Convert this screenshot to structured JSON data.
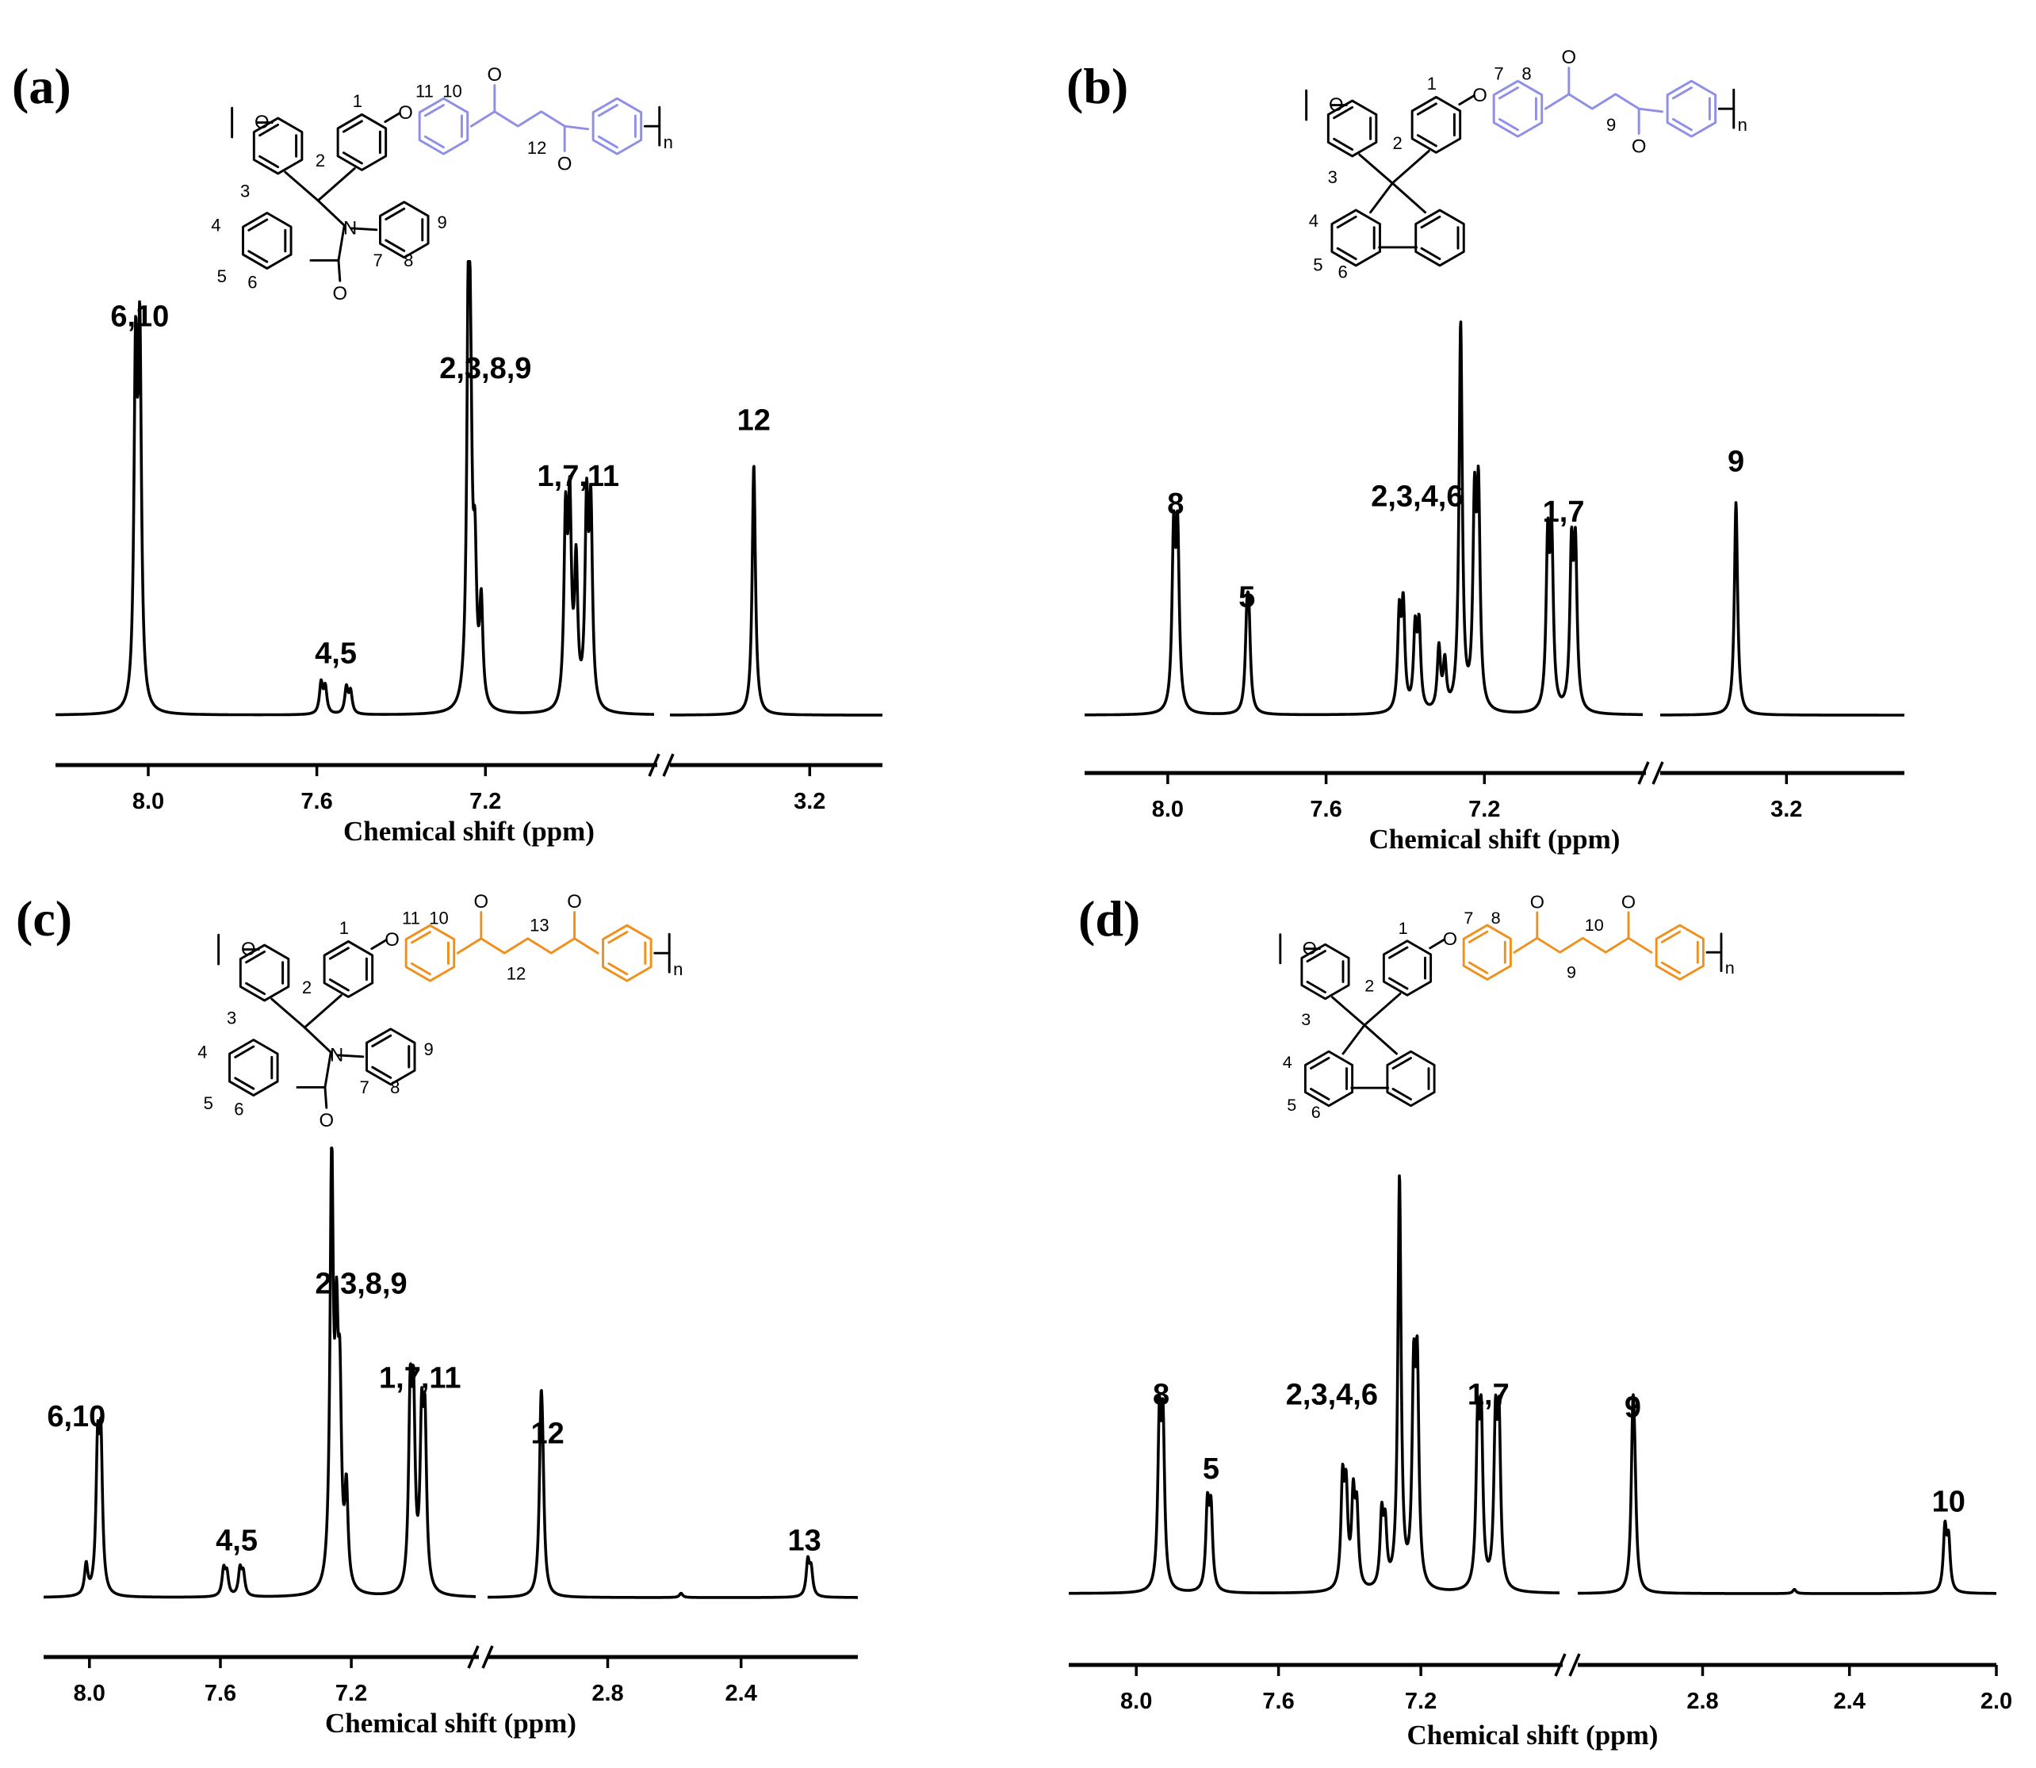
{
  "colors": {
    "line": "#000000",
    "ketone_a_b": "#8f8fe8",
    "ketone_c_d": "#f0901a"
  },
  "chart_data": [
    {
      "type": "line",
      "panel": "(a)",
      "xlabel": "Chemical shift (ppm)",
      "ylabel": "",
      "ticks": [
        "8.0",
        "7.6",
        "7.2",
        "3.2"
      ],
      "x_axis_break": true,
      "segments": [
        {
          "xlim": [
            8.22,
            6.8
          ],
          "peaks": [
            [
              8.03,
              0.78
            ],
            [
              8.02,
              0.82
            ],
            [
              7.59,
              0.07
            ],
            [
              7.58,
              0.06
            ],
            [
              7.53,
              0.06
            ],
            [
              7.52,
              0.05
            ],
            [
              7.24,
              1.0
            ],
            [
              7.235,
              0.4
            ],
            [
              7.225,
              0.3
            ],
            [
              7.21,
              0.23
            ],
            [
              7.01,
              0.42
            ],
            [
              7.0,
              0.44
            ],
            [
              6.985,
              0.32
            ],
            [
              6.96,
              0.45
            ],
            [
              6.95,
              0.44
            ]
          ]
        },
        {
          "xlim": [
            3.45,
            3.07
          ],
          "peaks": [
            [
              3.3,
              0.58
            ]
          ]
        }
      ],
      "labels": [
        {
          "text": "6,10",
          "x": 8.02,
          "y": 0.9
        },
        {
          "text": "4,5",
          "x": 7.555,
          "y": 0.12
        },
        {
          "text": "2,3,8,9",
          "x": 7.2,
          "y": 0.78
        },
        {
          "text": "1,7,11",
          "x": 6.98,
          "y": 0.53
        },
        {
          "text": "12",
          "x": 3.3,
          "y": 0.66
        }
      ],
      "structure": {
        "substituent": "phthalimidine",
        "ketone_link": "succinyl",
        "numbers": [
          "11",
          "10",
          "12",
          "1",
          "2",
          "3",
          "4",
          "5",
          "6",
          "7",
          "8",
          "9"
        ],
        "atoms": [
          "O",
          "O",
          "O",
          "O",
          "N",
          "O"
        ],
        "subscript": "n"
      }
    },
    {
      "type": "line",
      "panel": "(b)",
      "xlabel": "Chemical shift (ppm)",
      "ylabel": "",
      "ticks": [
        "8.0",
        "7.6",
        "7.2",
        "3.2"
      ],
      "x_axis_break": true,
      "segments": [
        {
          "xlim": [
            8.21,
            6.8
          ],
          "peaks": [
            [
              7.985,
              0.44
            ],
            [
              7.975,
              0.44
            ],
            [
              7.8,
              0.2
            ],
            [
              7.795,
              0.2
            ],
            [
              7.415,
              0.24
            ],
            [
              7.405,
              0.26
            ],
            [
              7.375,
              0.2
            ],
            [
              7.365,
              0.21
            ],
            [
              7.315,
              0.16
            ],
            [
              7.3,
              0.12
            ],
            [
              7.26,
              1.0
            ],
            [
              7.225,
              0.5
            ],
            [
              7.215,
              0.53
            ],
            [
              7.04,
              0.42
            ],
            [
              7.03,
              0.42
            ],
            [
              6.98,
              0.4
            ],
            [
              6.97,
              0.4
            ]
          ]
        },
        {
          "xlim": [
            3.5,
            2.92
          ],
          "peaks": [
            [
              3.32,
              0.55
            ]
          ]
        }
      ],
      "labels": [
        {
          "text": "8",
          "x": 7.98,
          "y": 0.52
        },
        {
          "text": "5",
          "x": 7.8,
          "y": 0.28
        },
        {
          "text": "2,3,4,6",
          "x": 7.37,
          "y": 0.54
        },
        {
          "text": "1,7",
          "x": 7.0,
          "y": 0.5
        },
        {
          "text": "9",
          "x": 3.32,
          "y": 0.63
        }
      ],
      "structure": {
        "substituent": "fluorene",
        "ketone_link": "succinyl",
        "numbers": [
          "7",
          "8",
          "9",
          "1",
          "2",
          "3",
          "4",
          "5",
          "6"
        ],
        "atoms": [
          "O",
          "O",
          "O",
          "O"
        ],
        "subscript": "n"
      }
    },
    {
      "type": "line",
      "panel": "(c)",
      "xlabel": "Chemical shift (ppm)",
      "ylabel": "",
      "ticks": [
        "8.0",
        "7.6",
        "7.2",
        "2.8",
        "2.4"
      ],
      "x_axis_break": true,
      "segments": [
        {
          "xlim": [
            8.14,
            6.82
          ],
          "peaks": [
            [
              8.01,
              0.07
            ],
            [
              7.975,
              0.32
            ],
            [
              7.965,
              0.33
            ],
            [
              7.59,
              0.06
            ],
            [
              7.58,
              0.05
            ],
            [
              7.54,
              0.06
            ],
            [
              7.53,
              0.05
            ],
            [
              7.26,
              1.0
            ],
            [
              7.245,
              0.5
            ],
            [
              7.235,
              0.4
            ],
            [
              7.215,
              0.22
            ],
            [
              7.02,
              0.42
            ],
            [
              7.01,
              0.4
            ],
            [
              6.985,
              0.36
            ],
            [
              6.975,
              0.36
            ]
          ]
        },
        {
          "xlim": [
            3.16,
            2.05
          ],
          "peaks": [
            [
              3.0,
              0.36
            ],
            [
              2.995,
              0.2
            ],
            [
              2.58,
              0.01
            ],
            [
              2.2,
              0.08
            ],
            [
              2.19,
              0.06
            ]
          ]
        }
      ],
      "labels": [
        {
          "text": "6,10",
          "x": 8.04,
          "y": 0.4
        },
        {
          "text": "4,5",
          "x": 7.55,
          "y": 0.11
        },
        {
          "text": "2,3,8,9",
          "x": 7.17,
          "y": 0.71
        },
        {
          "text": "1,7,11",
          "x": 6.99,
          "y": 0.49
        },
        {
          "text": "12",
          "x": 2.98,
          "y": 0.36
        },
        {
          "text": "13",
          "x": 2.21,
          "y": 0.11
        }
      ],
      "structure": {
        "substituent": "phthalimidine",
        "ketone_link": "glutaryl",
        "numbers": [
          "11",
          "10",
          "13",
          "12",
          "1",
          "2",
          "3",
          "4",
          "5",
          "6",
          "7",
          "8",
          "9"
        ],
        "atoms": [
          "O",
          "O",
          "O",
          "O",
          "N",
          "O"
        ],
        "subscript": "n"
      }
    },
    {
      "type": "line",
      "panel": "(d)",
      "xlabel": "Chemical shift (ppm)",
      "ylabel": "",
      "ticks": [
        "8.0",
        "7.6",
        "7.2",
        "2.8",
        "2.4",
        "2.0"
      ],
      "x_axis_break": true,
      "segments": [
        {
          "xlim": [
            8.19,
            6.81
          ],
          "peaks": [
            [
              7.935,
              0.39
            ],
            [
              7.925,
              0.38
            ],
            [
              7.8,
              0.2
            ],
            [
              7.79,
              0.19
            ],
            [
              7.42,
              0.25
            ],
            [
              7.41,
              0.22
            ],
            [
              7.39,
              0.21
            ],
            [
              7.38,
              0.18
            ],
            [
              7.31,
              0.17
            ],
            [
              7.3,
              0.14
            ],
            [
              7.26,
              1.0
            ],
            [
              7.22,
              0.48
            ],
            [
              7.21,
              0.5
            ],
            [
              7.04,
              0.38
            ],
            [
              7.03,
              0.38
            ],
            [
              6.99,
              0.38
            ],
            [
              6.98,
              0.38
            ]
          ]
        },
        {
          "xlim": [
            3.14,
            2.0
          ],
          "peaks": [
            [
              2.99,
              0.37
            ],
            [
              2.985,
              0.2
            ],
            [
              2.55,
              0.01
            ],
            [
              2.14,
              0.15
            ],
            [
              2.13,
              0.12
            ]
          ]
        }
      ],
      "labels": [
        {
          "text": "8",
          "x": 7.93,
          "y": 0.46
        },
        {
          "text": "5",
          "x": 7.79,
          "y": 0.28
        },
        {
          "text": "2,3,4,6",
          "x": 7.45,
          "y": 0.46
        },
        {
          "text": "1,7",
          "x": 7.01,
          "y": 0.46
        },
        {
          "text": "9",
          "x": 2.99,
          "y": 0.43
        },
        {
          "text": "10",
          "x": 2.13,
          "y": 0.2
        }
      ],
      "structure": {
        "substituent": "fluorene",
        "ketone_link": "glutaryl",
        "numbers": [
          "7",
          "8",
          "10",
          "9",
          "1",
          "2",
          "3",
          "4",
          "5",
          "6"
        ],
        "atoms": [
          "O",
          "O",
          "O",
          "O"
        ],
        "subscript": "n"
      }
    }
  ]
}
